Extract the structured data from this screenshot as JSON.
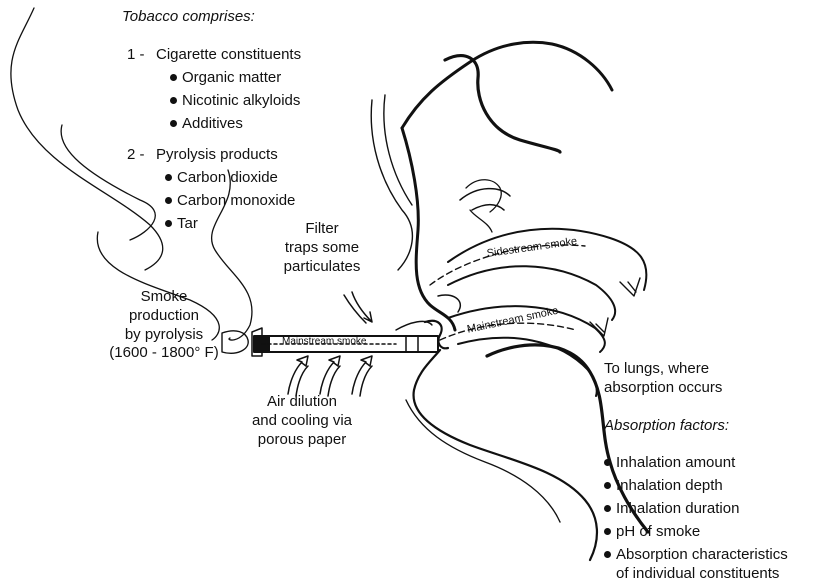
{
  "tobacco": {
    "title": "Tobacco comprises:",
    "group1": {
      "number": "1 -",
      "heading": "Cigarette constituents",
      "items": [
        "Organic matter",
        "Nicotinic alkyloids",
        "Additives"
      ]
    },
    "group2": {
      "number": "2 -",
      "heading": "Pyrolysis products",
      "items": [
        "Carbon dioxide",
        "Carbon monoxide",
        "Tar"
      ]
    }
  },
  "filter": {
    "lines": [
      "Filter",
      "traps some",
      "particulates"
    ]
  },
  "smoke_production": {
    "lines": [
      "Smoke",
      "production",
      "by pyrolysis",
      "(1600 - 1800° F)"
    ]
  },
  "air_dilution": {
    "lines": [
      "Air dilution",
      "and cooling via",
      "porous paper"
    ]
  },
  "labels": {
    "sidestream": "Sidestream smoke",
    "mainstream_upper": "Mainstream smoke",
    "mainstream_cigarette": "Mainstream smoke"
  },
  "lungs": {
    "lines": [
      "To lungs, where",
      "absorption occurs"
    ]
  },
  "absorption": {
    "title": "Absorption factors:",
    "items": [
      "Inhalation amount",
      "Inhalation depth",
      "Inhalation duration",
      "pH of smoke",
      "Absorption characteristics"
    ],
    "item_continuation": "of individual constituents"
  }
}
